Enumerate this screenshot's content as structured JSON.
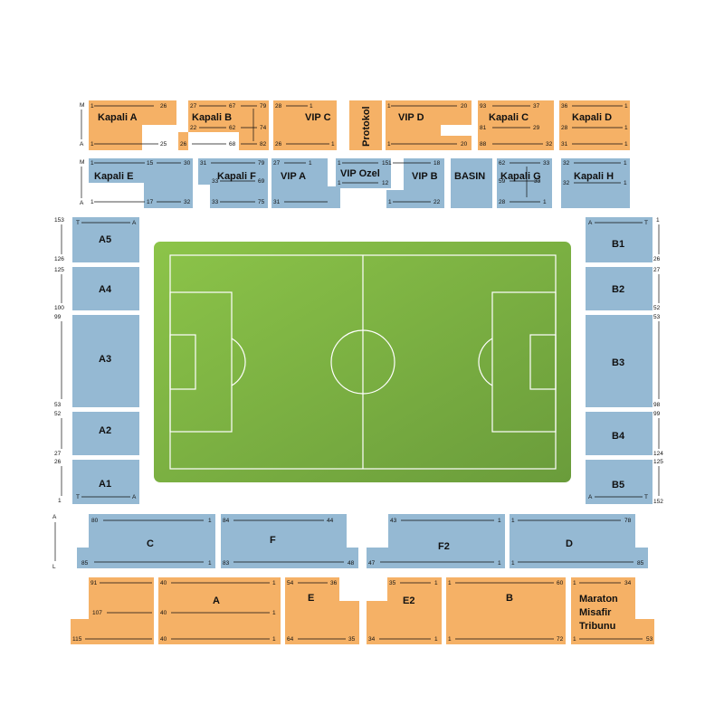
{
  "colors": {
    "seat_orange": "#f5b166",
    "seat_blue": "#95b9d3",
    "field_green": "#7cb842",
    "field_lines": "#ffffff"
  },
  "side_letters": {
    "top_left_top": "M",
    "top_left_bottom": "A",
    "top_left2_top": "M",
    "top_left2_bottom": "A",
    "bottom_left_top": "A",
    "bottom_left_bottom": "L"
  },
  "sections": {
    "kapali_a": {
      "label": "Kapali A",
      "nums": [
        "1",
        "26",
        "1",
        "25"
      ]
    },
    "kapali_b": {
      "label": "Kapali B",
      "nums": [
        "27",
        "67",
        "79",
        "22",
        "62",
        "74",
        "26",
        "68",
        "82"
      ]
    },
    "vip_c": {
      "label": "VIP C",
      "nums": [
        "28",
        "1",
        "26",
        "1"
      ]
    },
    "protokol": {
      "label": "Protokol"
    },
    "vip_d": {
      "label": "VIP D",
      "nums": [
        "1",
        "20",
        "1",
        "20"
      ]
    },
    "kapali_c": {
      "label": "Kapali C",
      "nums": [
        "93",
        "37",
        "81",
        "29",
        "88",
        "32"
      ]
    },
    "kapali_d": {
      "label": "Kapali D",
      "nums": [
        "36",
        "1",
        "28",
        "1",
        "31",
        "1"
      ]
    },
    "kapali_e": {
      "label": "Kapali E",
      "nums": [
        "1",
        "15",
        "30",
        "1",
        "17",
        "32"
      ]
    },
    "kapali_f": {
      "label": "Kapali F",
      "nums": [
        "31",
        "79",
        "33",
        "69",
        "33",
        "75"
      ]
    },
    "vip_a": {
      "label": "VIP A",
      "nums": [
        "27",
        "1",
        "31",
        "1"
      ]
    },
    "vip_ozel": {
      "label": "VIP Ozel",
      "nums": [
        "1",
        "15",
        "1",
        "12"
      ]
    },
    "vip_b": {
      "label": "VIP B",
      "nums": [
        "1",
        "18",
        "1",
        "22"
      ]
    },
    "basin": {
      "label": "BASIN"
    },
    "kapali_g": {
      "label": "Kapali G",
      "nums": [
        "62",
        "33",
        "59",
        "33",
        "28",
        "1"
      ]
    },
    "kapali_h": {
      "label": "Kapali H",
      "nums": [
        "32",
        "1",
        "32",
        "1"
      ]
    },
    "a5": {
      "label": "A5",
      "nums": [
        "153",
        "126",
        "T",
        "A"
      ]
    },
    "a4": {
      "label": "A4",
      "nums": [
        "125",
        "100"
      ]
    },
    "a3": {
      "label": "A3",
      "nums": [
        "99",
        "53"
      ]
    },
    "a2": {
      "label": "A2",
      "nums": [
        "52",
        "27"
      ]
    },
    "a1": {
      "label": "A1",
      "nums": [
        "26",
        "1",
        "T",
        "A"
      ]
    },
    "b1": {
      "label": "B1",
      "nums": [
        "1",
        "26",
        "A",
        "T"
      ]
    },
    "b2": {
      "label": "B2",
      "nums": [
        "27",
        "52"
      ]
    },
    "b3": {
      "label": "B3",
      "nums": [
        "53",
        "98"
      ]
    },
    "b4": {
      "label": "B4",
      "nums": [
        "99",
        "124"
      ]
    },
    "b5": {
      "label": "B5",
      "nums": [
        "125",
        "152",
        "A",
        "T"
      ]
    },
    "c": {
      "label": "C",
      "nums": [
        "80",
        "1",
        "85",
        "1"
      ]
    },
    "f": {
      "label": "F",
      "nums": [
        "84",
        "44",
        "83",
        "48"
      ]
    },
    "f2": {
      "label": "F2",
      "nums": [
        "43",
        "1",
        "47",
        "1"
      ]
    },
    "d": {
      "label": "D",
      "nums": [
        "1",
        "78",
        "1",
        "85"
      ]
    },
    "alt_a_left": {
      "nums": [
        "91",
        "107",
        "115"
      ]
    },
    "alt_a": {
      "label": "A",
      "nums": [
        "40",
        "1",
        "40",
        "1",
        "40",
        "1"
      ]
    },
    "e": {
      "label": "E",
      "nums": [
        "54",
        "36",
        "64",
        "35"
      ]
    },
    "e2": {
      "label": "E2",
      "nums": [
        "35",
        "1",
        "34",
        "1"
      ]
    },
    "b": {
      "label": "B",
      "nums": [
        "1",
        "60",
        "1",
        "72"
      ]
    },
    "maraton": {
      "label_line1": "Maraton",
      "label_line2": "Misafir",
      "label_line3": "Tribunu",
      "nums": [
        "1",
        "34",
        "1",
        "53"
      ]
    }
  }
}
